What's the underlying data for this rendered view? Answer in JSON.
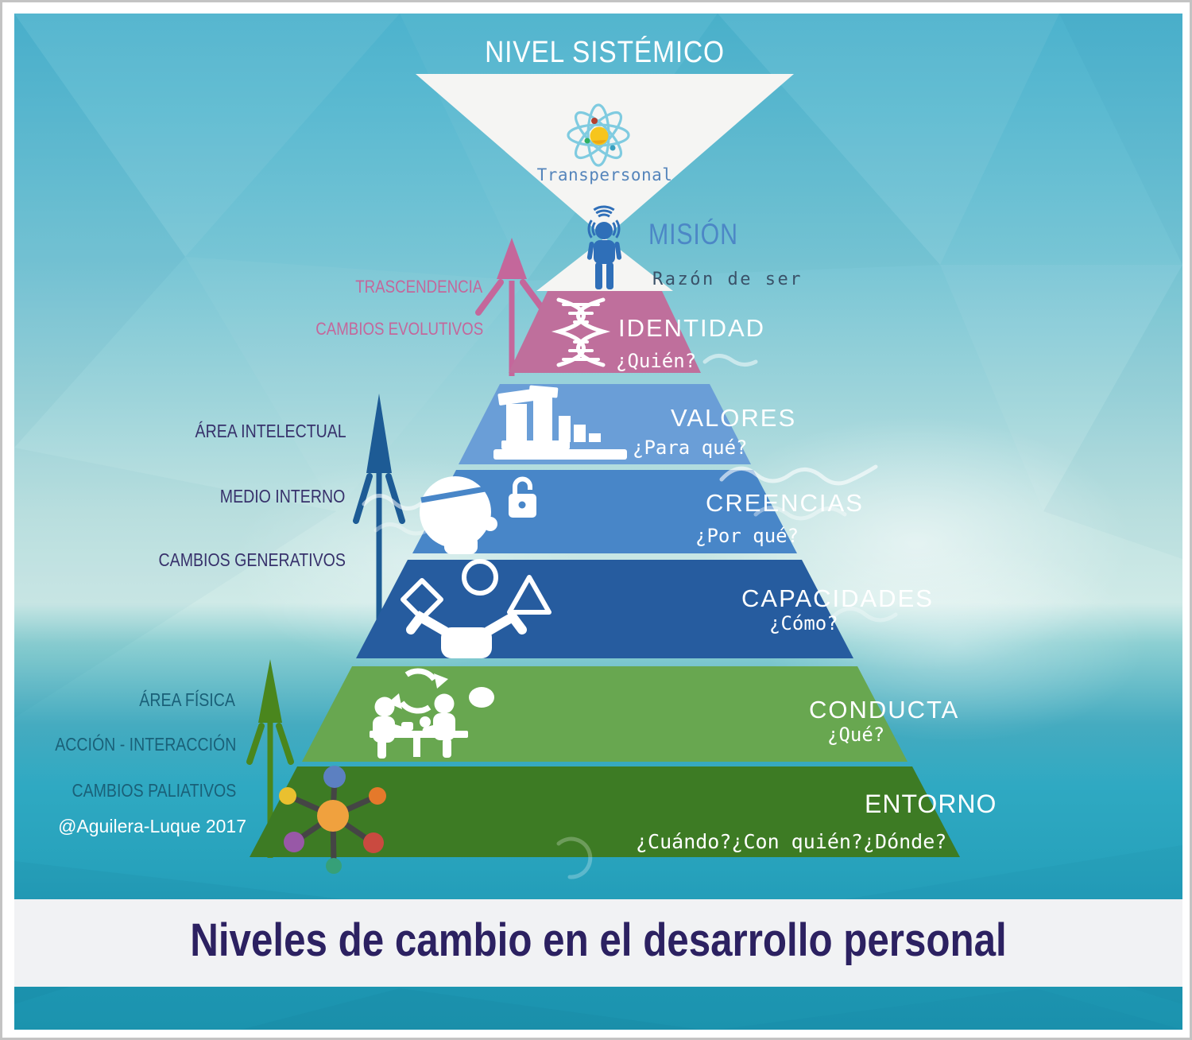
{
  "header": {
    "systemic_level": "NIVEL SISTÉMICO"
  },
  "apex": {
    "transpersonal": "Transpersonal",
    "atom_color": "#7fcbe0",
    "nucleus_color": "#f6c51d"
  },
  "mission": {
    "title": "MISIÓN",
    "subtitle": "Razón de ser",
    "title_color": "#4c87c6",
    "person_color": "#2f6fb8"
  },
  "levels": [
    {
      "id": "identidad",
      "label": "IDENTIDAD",
      "question": "¿Quién?",
      "color": "#bf6f9c",
      "icon": "dna-icon"
    },
    {
      "id": "valores",
      "label": "VALORES",
      "question": "¿Para qué?",
      "color": "#6a9ed7",
      "icon": "monument-icon"
    },
    {
      "id": "creencias",
      "label": "CREENCIAS",
      "question": "¿Por qué?",
      "color": "#4886c8",
      "icon": "head-lock-icon"
    },
    {
      "id": "capacidades",
      "label": "CAPACIDADES",
      "question": "¿Cómo?",
      "color": "#265c9f",
      "icon": "juggler-shapes-icon"
    },
    {
      "id": "conducta",
      "label": "CONDUCTA",
      "question": "¿Qué?",
      "color": "#68a750",
      "icon": "people-table-icon"
    },
    {
      "id": "entorno",
      "label": "ENTORNO",
      "question": "¿Cuándo?¿Con quién?¿Dónde?",
      "color": "#3d7b24",
      "icon": "network-icon"
    }
  ],
  "annotations": {
    "evolutionary": {
      "line1": "TRASCENDENCIA",
      "line2": "CAMBIOS EVOLUTIVOS",
      "color": "#c4679b"
    },
    "generative": {
      "line1": "ÁREA INTELECTUAL",
      "line2": "MEDIO INTERNO",
      "line3": "CAMBIOS GENERATIVOS",
      "color": "#37316b",
      "arrow_color": "#1d5b95"
    },
    "palliative": {
      "line1": "ÁREA FÍSICA",
      "line2": "ACCIÓN - INTERACCIÓN",
      "line3": "CAMBIOS PALIATIVOS",
      "color": "#1a6078",
      "arrow_color": "#4a861d"
    }
  },
  "credit": "@Aguilera-Luque 2017",
  "footer": {
    "title": "Niveles de cambio en el desarrollo personal",
    "title_color": "#2c2161",
    "band_color": "#f1f2f4"
  }
}
